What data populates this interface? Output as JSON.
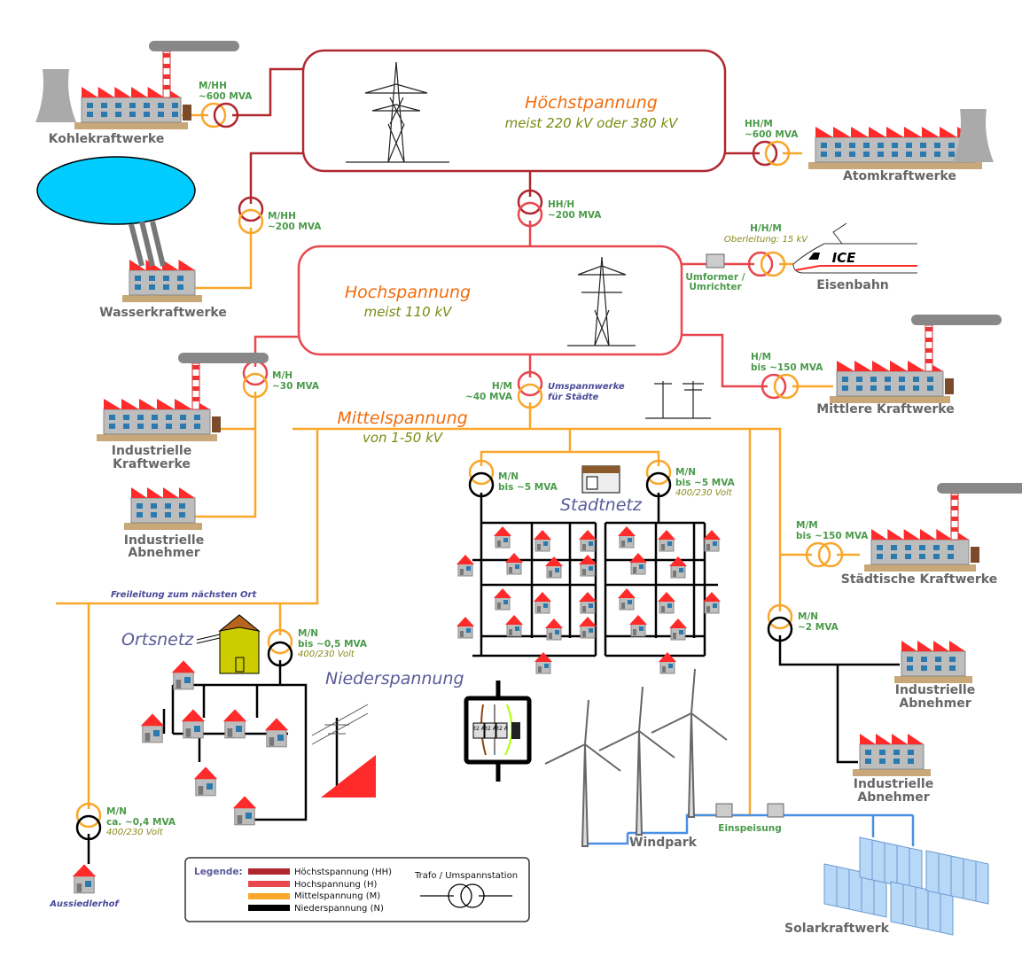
{
  "colors": {
    "hh": "#b0282f",
    "h": "#e8474e",
    "m": "#f9a72b",
    "n": "#000000",
    "feed": "#4a90e2",
    "roof": "#ff2a2a",
    "wall": "#bdbdbd",
    "window": "#2a7ab0",
    "lake": "#00ccff"
  },
  "levels": {
    "hh": {
      "title": "Höchstpannung",
      "sub": "meist 220 kV oder 380 kV"
    },
    "h": {
      "title": "Hochspannung",
      "sub": "meist 110 kV"
    },
    "m": {
      "title": "Mittelspannung",
      "sub": "von 1-50 kV"
    },
    "n": {
      "title": "Niederspannung"
    }
  },
  "plants": {
    "coal": "Kohlekraftwerke",
    "nuclear": "Atomkraftwerke",
    "hydro": "Wasserkraftwerke",
    "rail": "Eisenbahn",
    "train": "ICE",
    "medium": "Mittlere Kraftwerke",
    "industrial_1": "Industrielle",
    "industrial_2": "Kraftwerke",
    "consumer_1": "Industrielle",
    "consumer_2": "Abnehmer",
    "city": "Städtische Kraftwerke",
    "wind": "Windpark",
    "feed": "Einspeisung",
    "solar": "Solarkraftwerk",
    "farm": "Aussiedlerhof"
  },
  "networks": {
    "overhead": "Freileitung zum nächsten Ort",
    "local": "Ortsnetz",
    "city": "Stadtnetz"
  },
  "transformers": {
    "coal": {
      "type": "M/HH",
      "cap": "~600 MVA"
    },
    "nuclear": {
      "type": "HH/M",
      "cap": "~600 MVA"
    },
    "hydro": {
      "type": "M/HH",
      "cap": "~200 MVA"
    },
    "hh_h": {
      "type": "HH/H",
      "cap": "~200 MVA"
    },
    "rail": {
      "type": "H/H/M",
      "volt": "Oberleitung: 15 kV",
      "conv_1": "Umformer /",
      "conv_2": "Umrichter"
    },
    "medium": {
      "type": "H/M",
      "cap": "bis ~150 MVA"
    },
    "ind": {
      "type": "M/H",
      "cap": "~30 MVA"
    },
    "city_sub": {
      "type": "H/M",
      "cap": "~40 MVA",
      "note_1": "Umspannwerke",
      "note_2": "für Städte"
    },
    "city_l": {
      "type": "M/N",
      "cap": "bis ~5 MVA"
    },
    "city_r": {
      "type": "M/N",
      "cap": "bis ~5 MVA",
      "volt": "400/230 Volt"
    },
    "city_plant": {
      "type": "M/M",
      "cap": "bis ~150 MVA"
    },
    "cons": {
      "type": "M/N",
      "cap": "~2 MVA"
    },
    "local": {
      "type": "M/N",
      "cap": "bis ~0,5 MVA",
      "volt": "400/230 Volt"
    },
    "farm": {
      "type": "M/N",
      "cap": "ca. ~0,4 MVA",
      "volt": "400/230 Volt"
    }
  },
  "fuse": [
    "32 A",
    "32 A",
    "32 A"
  ],
  "legend": {
    "title": "Legende:",
    "items": [
      "Höchstspannung (HH)",
      "Hochspannung (H)",
      "Mittelspannung (M)",
      "Niederspannung (N)"
    ],
    "trafo": "Trafo / Umspannstation"
  }
}
